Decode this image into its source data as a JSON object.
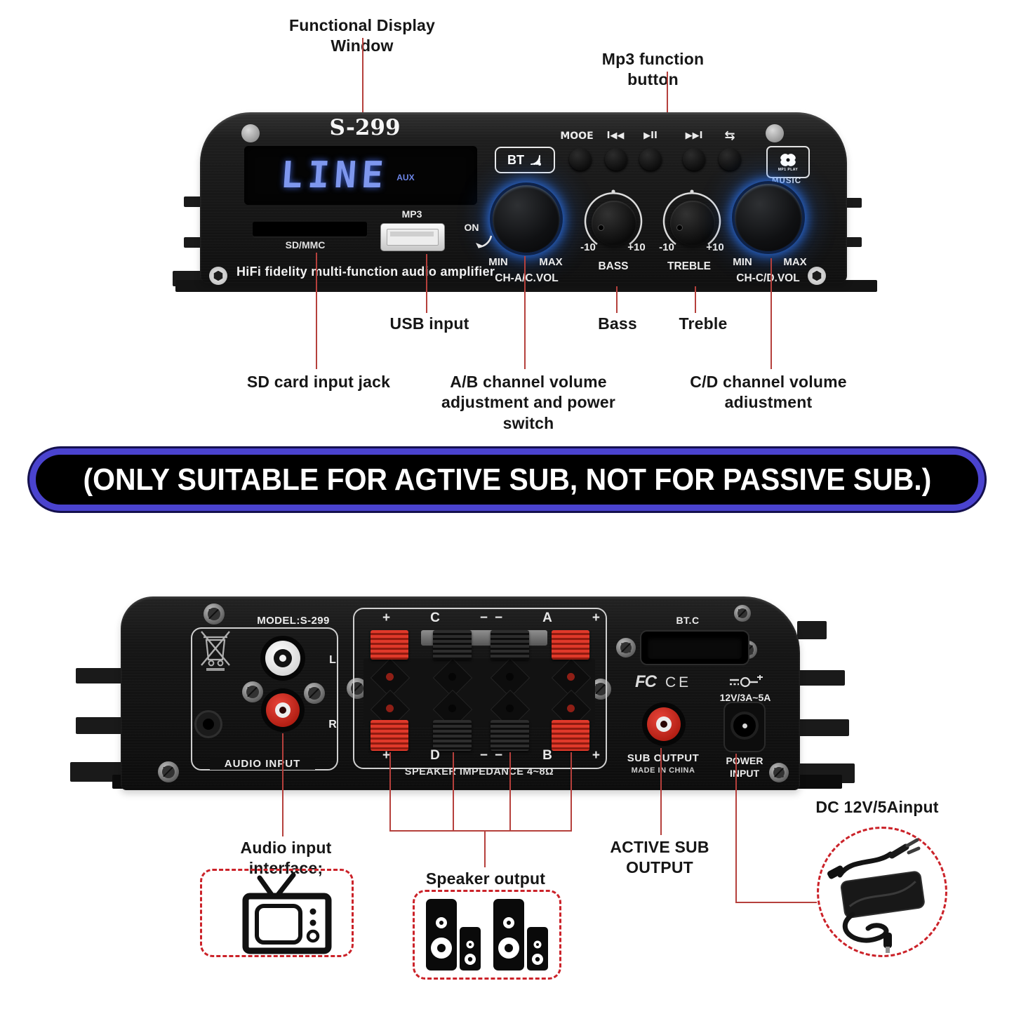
{
  "colors": {
    "annotation_line": "#b5403c",
    "dashed_red": "#cb2229",
    "banner_border": "#4a43cf",
    "knob_glow": "#2d7aff",
    "display_text": "#7e97ee",
    "terminal_red": "#d63528"
  },
  "front": {
    "callout_display": "Functional Display Window",
    "callout_mp3": "Mp3 function button",
    "callout_usb": "USB input",
    "callout_bass": "Bass",
    "callout_treble": "Treble",
    "callout_sd": "SD card input jack",
    "callout_ab_1": "A/B channel volume",
    "callout_ab_2": "adjustment and power",
    "callout_ab_3": "switch",
    "callout_cd_1": "C/D channel volume",
    "callout_cd_2": "adiustment",
    "model": "S-299",
    "display_text": "LINE",
    "display_sub": "AUX",
    "bt_label": "BT",
    "btn_mode": "MOOE",
    "btn_prev": "I◀◀",
    "btn_play": "▶II",
    "btn_next": "▶▶I",
    "btn_loop": "⇆",
    "mp3_badge_text": "MP1 PLAY",
    "mp3_badge_caption": "MUSIC",
    "sd_label": "SD/MMC",
    "usb_label": "MP3",
    "tagline": "HiFi fidelity multi-function audio amplifier",
    "on_label": "ON",
    "min_label": "MIN",
    "max_label": "MAX",
    "knob_a_label": "CH-A/C.VOL",
    "knob_b_label": "CH-C/D.VOL",
    "bass_label": "BASS",
    "treble_label": "TREBLE",
    "scale_min": "-10",
    "scale_max": "+10"
  },
  "banner_text": "(ONLY SUITABLE FOR AGTIVE SUB, NOT FOR PASSIVE SUB.)",
  "back": {
    "model": "MODEL:S-299",
    "audio_input": "AUDIO INPUT",
    "left_ch": "L",
    "right_ch": "R",
    "t_top_left": [
      "+",
      "C",
      "−"
    ],
    "t_top_right": [
      "−",
      "A",
      "+"
    ],
    "t_bot_left": [
      "+",
      "D",
      "−"
    ],
    "t_bot_right": [
      "−",
      "B",
      "+"
    ],
    "impedance": "SPEAKER IMPEDANCE 4~8Ω",
    "btc": "BT.C",
    "fcc": "FC",
    "ce": "CE",
    "dc_rating": "12V/3A~5A",
    "sub_output": "SUB OUTPUT",
    "made_in": "MADE IN CHINA",
    "power_1": "POWER",
    "power_2": "INPUT",
    "callout_audio": "Audio input interface;",
    "callout_speaker": "Speaker output",
    "callout_sub": "ACTIVE SUB OUTPUT",
    "callout_dc": "DC 12V/5Ainput"
  }
}
